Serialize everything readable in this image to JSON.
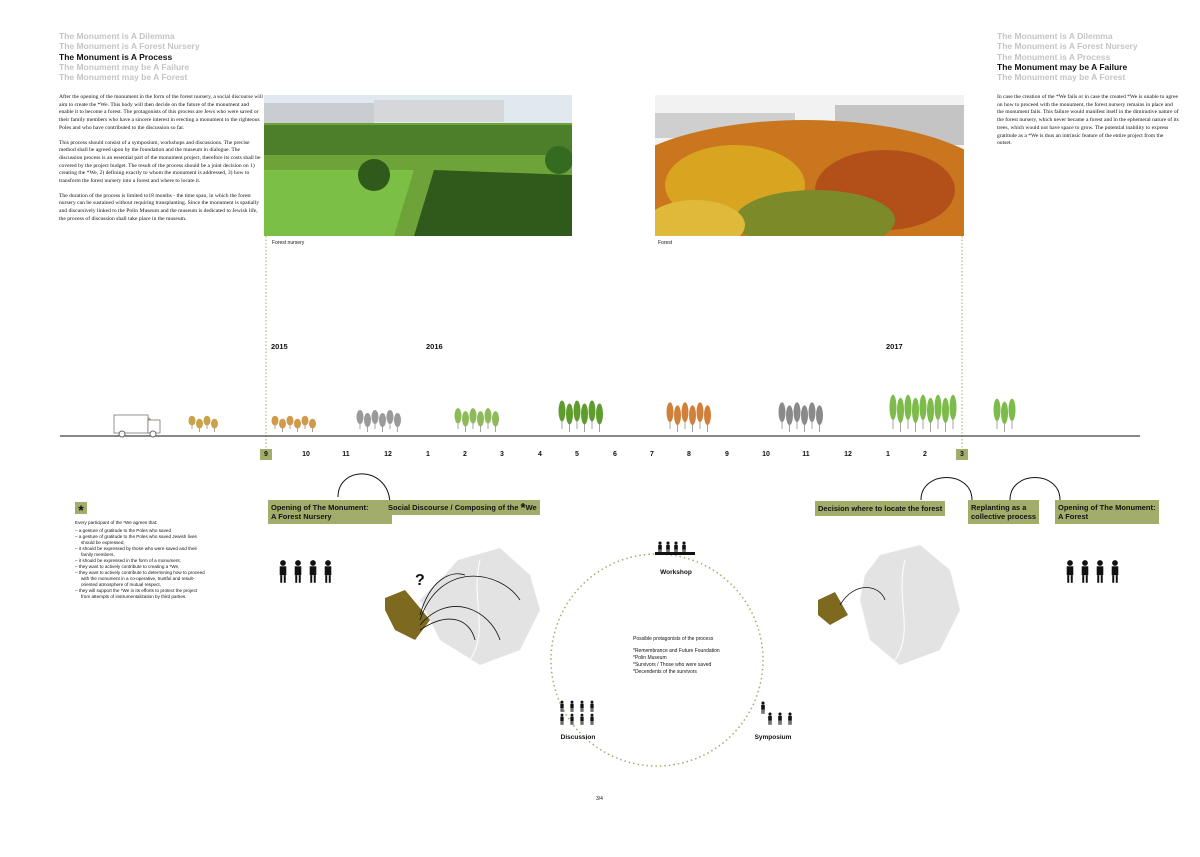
{
  "left_nav": [
    "The Monument is A Dilemma",
    "The Monument is A Forest Nursery",
    "The Monument is A Process",
    "The Monument may be A Failure",
    "The Monument may be A Forest"
  ],
  "left_nav_active": 2,
  "right_nav": [
    "The Monument is A Dilemma",
    "The Monument is A Forest Nursery",
    "The Monument is A Process",
    "The Monument may be A Failure",
    "The Monument may be A Forest"
  ],
  "right_nav_active": 3,
  "left_text": [
    "After the opening of the monument in the form of the forest nursery, a social discourse will aim to create the *We. This body will then decide on the future of the monument and enable it to become a forest. The protagonists of this process are Jews who were saved or their family members who have a sincere interest in erecting a monument to the righteous Poles and who have contributed to the discussion so far.",
    "This process should consist of a symposium, workshops and discussions. The precise method shall be agreed upon by the foundation and the museum in dialogue. The discussion process is an essential part of the monument project, therefore its costs shall be covered by the project budget. The result of the process should be a joint decision on 1) creating the *We, 2) defining exactly to whom the monument is addressed, 3) how to transform the forest nursery into a forest and where to locate it.",
    "The duration of the process is limited to18 months - the time span, in which the forest nursery can be sustained without requiring transplanting. Since the monument is spatially and discursively linked to the Polin Museum and the museum is dedicated to Jewish life, the process of discussion shall take place in the museum."
  ],
  "right_text": "In case the creation of the *We fails or in case the created *We is unable to agree on how to proceed with the monument, the forest nursery remains in place and the monument fails. This failure would manifest itself in the diminutive nature of the forest nursery, which never became a forest and in the ephemeral nature of its trees, which would not have space to grow. The potential inability to express gratitude as a *We is thus an intrinsic feature of the entire project from the outset.",
  "photos": {
    "left_caption": "Forest nursery",
    "right_caption": "Forest"
  },
  "years": [
    "2015",
    "2016",
    "2017"
  ],
  "months": [
    "9",
    "10",
    "11",
    "12",
    "1",
    "2",
    "3",
    "4",
    "5",
    "6",
    "7",
    "8",
    "9",
    "10",
    "11",
    "12",
    "1",
    "2",
    "3"
  ],
  "stages": {
    "opening": [
      "Opening of The Monument:",
      "A Forest Nursery"
    ],
    "discourse": "Social Discourse / Composing of the",
    "discourse_we": "We",
    "decision": "Decision where to locate the forest",
    "replanting": [
      "Replanting as a",
      "collective process"
    ],
    "opening_forest": [
      "Opening of The Monument:",
      "A Forest"
    ]
  },
  "footnote": {
    "star": "*",
    "intro": "Every participant of the *We agrees that:",
    "items": [
      "a gesture of gratitude to the Poles who saved",
      "a gesture of gratitude to the Poles who saved Jewish lives should be expressed,",
      "it should be expressed by those who were saved and their family members,",
      "it should be expressed in the form of a monument,",
      "they want to actively contribute to creating a *We,",
      "they want to actively contribute to determining how to proceed with the monument in a co-operative, trustful and result-oriented atmosphere of mutual respect,",
      "they will support the *We in its efforts to protect the project from attempts of instrumentalization by third parties."
    ]
  },
  "question_mark": "?",
  "process": {
    "workshop": "Workshop",
    "discussion": "Discussion",
    "symposium": "Symposium",
    "title": "Possible protagonists of the process",
    "protagonists": [
      "*Remembrance and Future Foundation",
      "*Polin Museum",
      "*Survivors / Those who were saved",
      "*Decendents of the survivors"
    ]
  },
  "page_number": "3/4",
  "colors": {
    "accent": "#a3ad6b",
    "dark_olive": "#7d6a1e",
    "map": "#e3e3e3"
  }
}
